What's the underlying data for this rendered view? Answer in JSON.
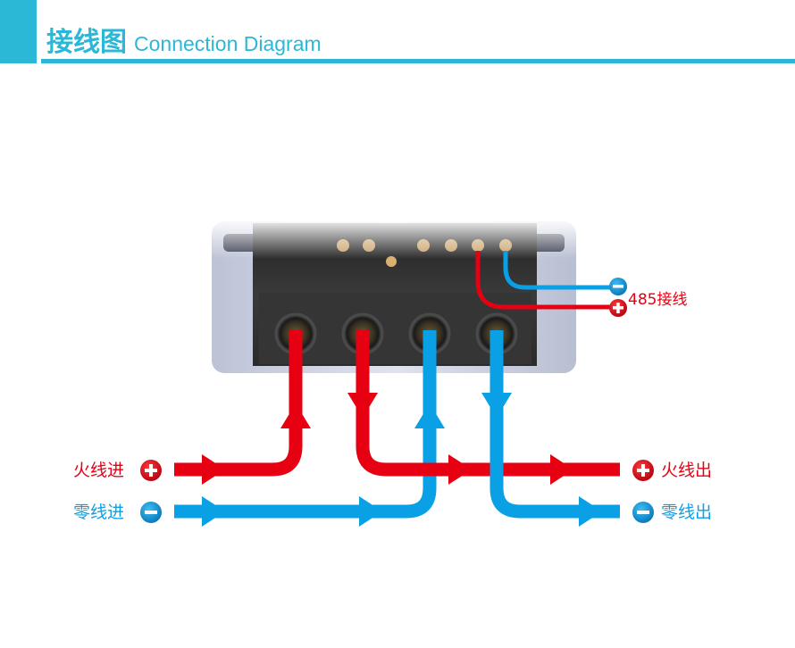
{
  "header": {
    "title_cn": "接线图",
    "title_en": "Connection Diagram",
    "accent_color": "#2bb8d6"
  },
  "colors": {
    "live": "#e60012",
    "neutral": "#0aa0e6"
  },
  "labels": {
    "live_in": "火线进",
    "neutral_in": "零线进",
    "live_out": "火线出",
    "neutral_out": "零线出",
    "rs485": "485接线"
  },
  "icons": {
    "live_in": "plus-icon",
    "neutral_in": "minus-icon",
    "live_out": "plus-icon",
    "neutral_out": "minus-icon",
    "rs485_positive": "plus-icon",
    "rs485_negative": "minus-icon"
  },
  "terminals": [
    {
      "index": 1,
      "wire": "live",
      "direction": "in"
    },
    {
      "index": 2,
      "wire": "live",
      "direction": "out"
    },
    {
      "index": 3,
      "wire": "neutral",
      "direction": "in"
    },
    {
      "index": 4,
      "wire": "neutral",
      "direction": "out"
    }
  ]
}
